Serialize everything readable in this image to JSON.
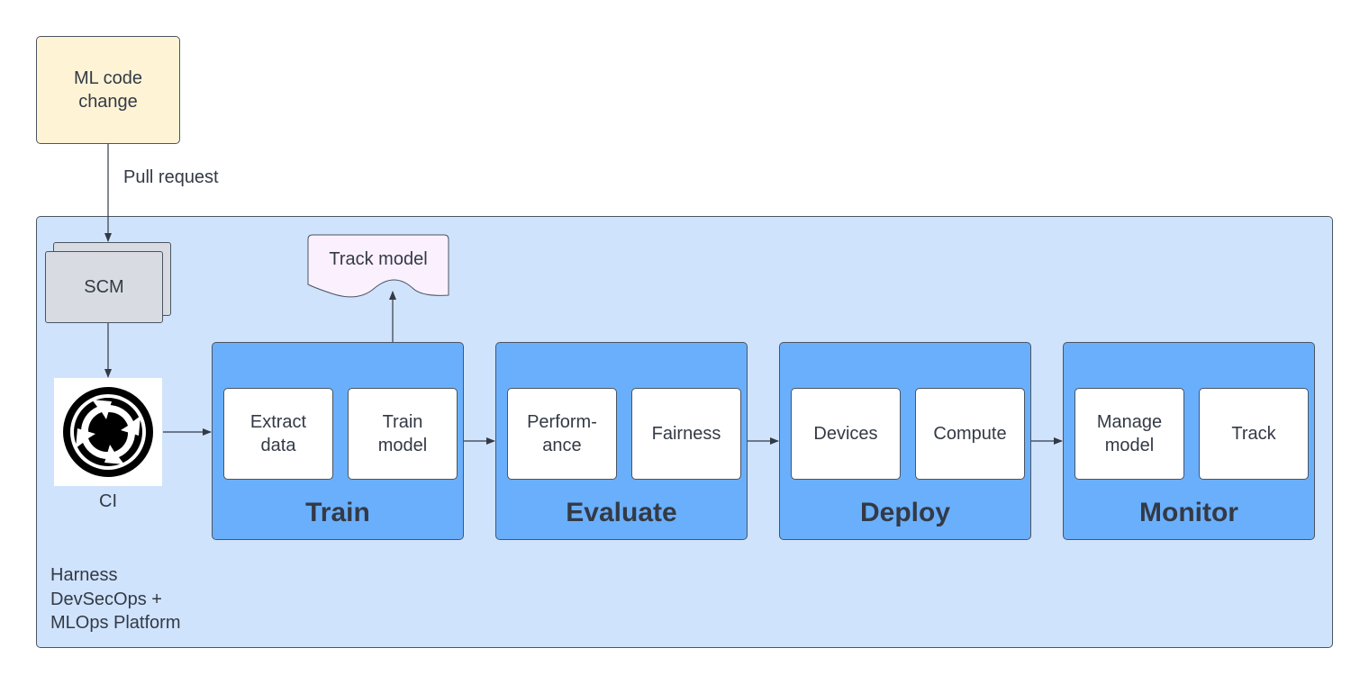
{
  "source": {
    "label": "ML code\nchange"
  },
  "edge_label": "Pull request",
  "scm": {
    "label": "SCM"
  },
  "ci": {
    "label": "CI",
    "icon": "ci-cycle-icon"
  },
  "track_model_doc": {
    "label": "Track model"
  },
  "platform": {
    "label": "Harness\nDevSecOps +\nMLOps Platform"
  },
  "stages": [
    {
      "title": "Train",
      "steps": [
        "Extract\ndata",
        "Train\nmodel"
      ]
    },
    {
      "title": "Evaluate",
      "steps": [
        "Perform-\nance",
        "Fairness"
      ]
    },
    {
      "title": "Deploy",
      "steps": [
        "Devices",
        "Compute"
      ]
    },
    {
      "title": "Monitor",
      "steps": [
        "Manage\nmodel",
        "Track"
      ]
    }
  ],
  "colors": {
    "platform_fill": "#d0e3fc",
    "stage_fill": "#6aaffc",
    "source_fill": "#fff3d6",
    "scm_fill": "#d8dce2",
    "doc_fill": "#fbf0fe",
    "stroke": "#4a5560"
  }
}
